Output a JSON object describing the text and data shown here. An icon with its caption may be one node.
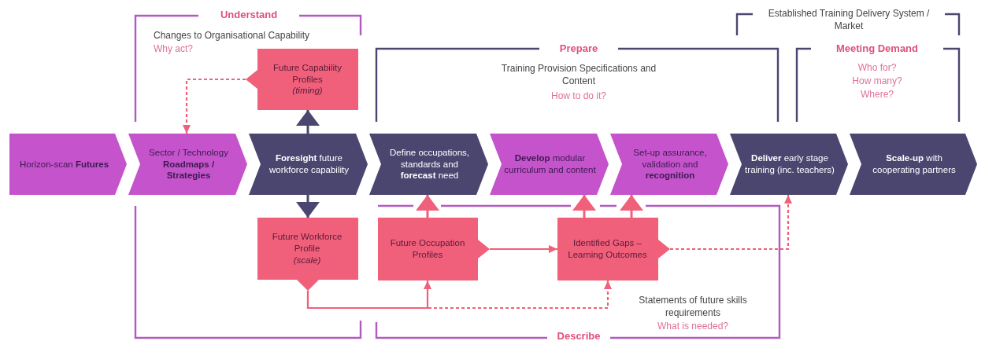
{
  "diagram": {
    "nodes": [
      {
        "text": [
          "Horizon-scan **Futures**"
        ]
      },
      {
        "text": [
          "Sector / Technology **Roadmaps / Strategies**"
        ]
      },
      {
        "text": [
          "**Foresight** future workforce capability"
        ]
      },
      {
        "text": [
          "Define occupations, standards and **forecast** need"
        ]
      },
      {
        "text": [
          "**Develop** modular curriculum and content"
        ]
      },
      {
        "text": [
          "Set-up assurance, validation and **recognition**"
        ]
      },
      {
        "text": [
          "**Deliver** early stage training (inc. teachers)"
        ]
      },
      {
        "text": [
          "**Scale-up** with cooperating partners"
        ]
      },
      {
        "text": [
          "Future Capability Profiles",
          "(timing)"
        ]
      },
      {
        "text": [
          "Future Workforce Profile",
          "(scale)"
        ]
      },
      {
        "text": [
          "Future Occupation Profiles"
        ]
      },
      {
        "text": [
          "Identified Gaps – Learning Outcomes"
        ]
      }
    ],
    "edges": [
      {
        "from": 8,
        "to": 1,
        "arrow": "to",
        "style": "dashed"
      },
      {
        "from": 2,
        "to": 8,
        "arrow": "to",
        "color": "#4a4670"
      },
      {
        "from": 2,
        "to": 9,
        "arrow": "to",
        "color": "#4a4670"
      },
      {
        "from": 9,
        "to": 10,
        "arrow": "to"
      },
      {
        "from": 9,
        "to": 11,
        "arrow": "to",
        "style": "dashed"
      },
      {
        "from": 10,
        "to": 11,
        "arrow": "to"
      },
      {
        "from": 11,
        "to": 6,
        "arrow": "to",
        "style": "dashed"
      },
      {
        "from": 10,
        "to": 3,
        "arrow": "to"
      },
      {
        "from": 11,
        "to": 4,
        "arrow": "to"
      },
      {
        "from": 11,
        "to": 5,
        "arrow": "to"
      }
    ],
    "labels": [
      "Understand",
      "Changes to Organisational Capability",
      "Why act?",
      "Established Training Delivery System / Market",
      "Prepare",
      "Meeting Demand",
      "Training Provision Specifications and Content",
      "Who for?",
      "How many?",
      "How to do it?",
      "Where?",
      "Statements of future skills requirements",
      "What is needed?",
      "Describe"
    ]
  }
}
